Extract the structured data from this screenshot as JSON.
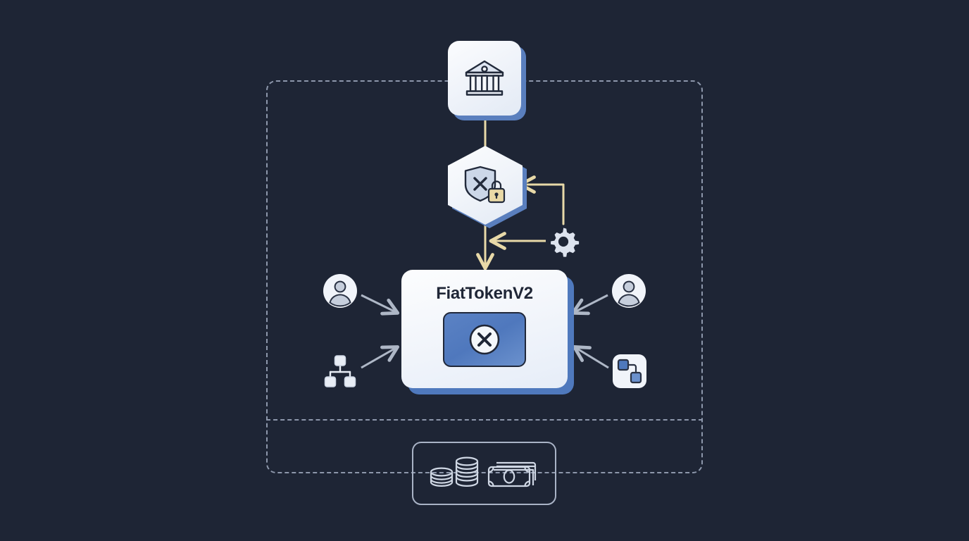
{
  "diagram": {
    "title": "FiatTokenV2 blacklist / pause architecture diagram",
    "background_color": "#1e2535",
    "accent_blue": "#4f79bd",
    "accent_tan": "#e8d9a8",
    "outline_gray": "#8d97ab",
    "surface_white": "#f3f6fb"
  },
  "boundary": {
    "name": "system-boundary",
    "style": "dashed",
    "divider_label": ""
  },
  "nodes": {
    "issuer": {
      "label": "",
      "icon": "bank-icon",
      "description": "Issuing bank / treasury"
    },
    "compliance": {
      "label": "",
      "icon": "shield-x-lock-icon",
      "description": "Blacklist / access control shield with lock"
    },
    "admin": {
      "label": "",
      "icon": "gear-icon",
      "description": "Configuration / admin control"
    },
    "contract": {
      "title": "FiatTokenV2",
      "badge_icon": "circle-x-icon",
      "description": "Main token contract card"
    },
    "actor_top_left": {
      "label": "",
      "icon": "user-avatar-icon"
    },
    "actor_top_right": {
      "label": "",
      "icon": "user-avatar-icon"
    },
    "actor_bottom_left": {
      "label": "",
      "icon": "hierarchy-icon"
    },
    "actor_bottom_right": {
      "label": "",
      "icon": "connected-nodes-icon"
    },
    "reserves": {
      "label": "",
      "icon": "coins-and-banknotes-icon",
      "description": "Fiat reserves: coin stacks and bills"
    }
  },
  "connectors": [
    {
      "name": "issuer-to-compliance",
      "from": "issuer",
      "to": "compliance",
      "style": "line",
      "color": "#e8d9a8"
    },
    {
      "name": "compliance-to-contract",
      "from": "compliance",
      "to": "contract",
      "style": "arrow",
      "color": "#e8d9a8"
    },
    {
      "name": "admin-to-compliance",
      "from": "admin",
      "to": "compliance",
      "style": "elbow-arrow",
      "color": "#e8d9a8"
    },
    {
      "name": "admin-to-contract",
      "from": "admin",
      "to": "contract",
      "style": "arrow",
      "color": "#e8d9a8"
    },
    {
      "name": "actor-top-left-to-contract",
      "from": "actor_top_left",
      "to": "contract",
      "style": "arrow",
      "color": "#aeb7c6"
    },
    {
      "name": "actor-top-right-to-contract",
      "from": "actor_top_right",
      "to": "contract",
      "style": "arrow",
      "color": "#aeb7c6"
    },
    {
      "name": "actor-bottom-left-to-contract",
      "from": "actor_bottom_left",
      "to": "contract",
      "style": "arrow",
      "color": "#aeb7c6"
    },
    {
      "name": "actor-bottom-right-to-contract",
      "from": "actor_bottom_right",
      "to": "contract",
      "style": "arrow",
      "color": "#aeb7c6"
    }
  ]
}
